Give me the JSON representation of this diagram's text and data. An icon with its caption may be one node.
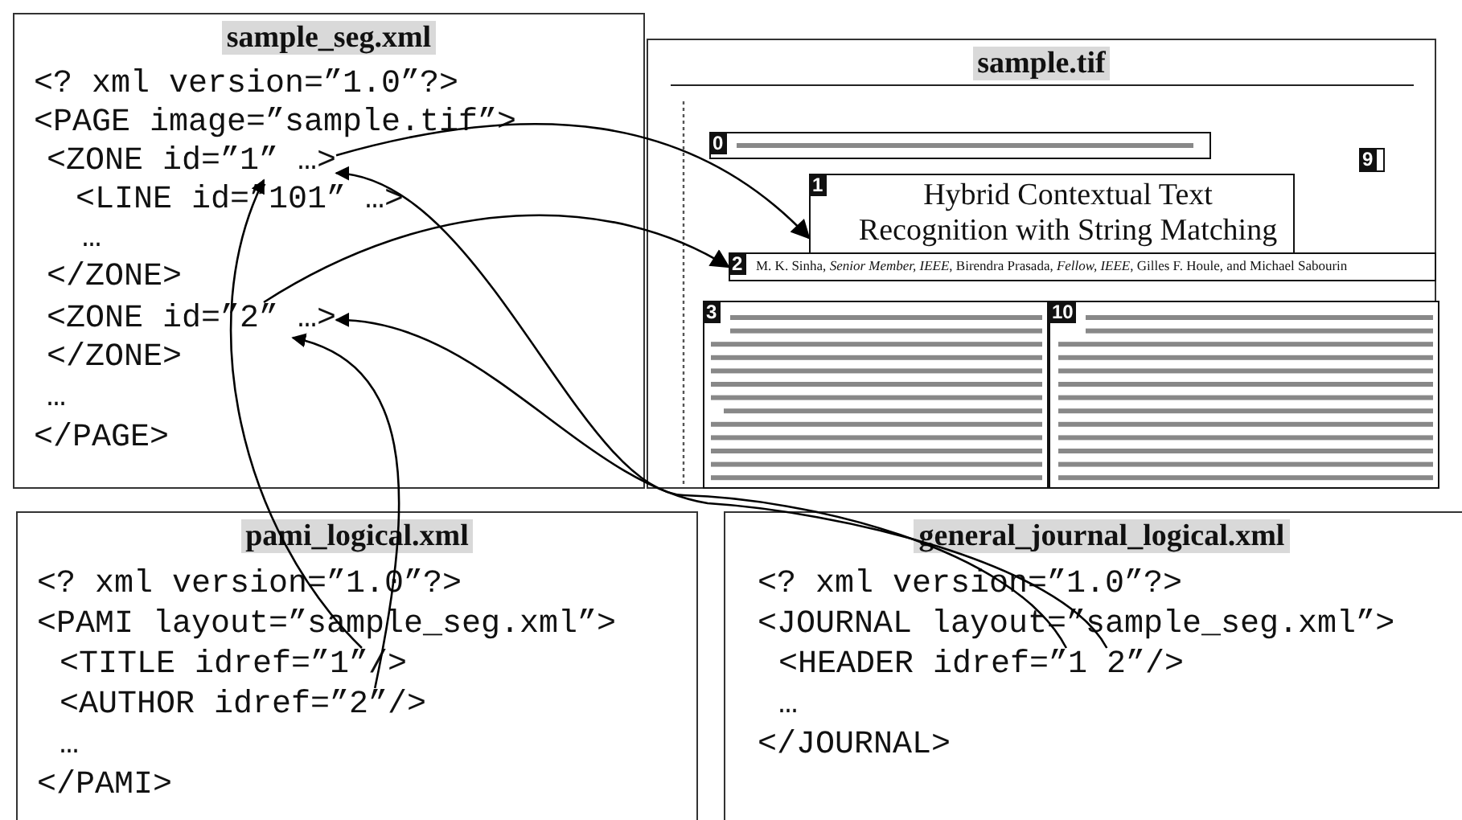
{
  "diagram": {
    "nodes": [
      {
        "text": [
          "sample_seg.xml"
        ]
      },
      {
        "text": [
          "<? xml version=”1.0”?>"
        ],
        "in": 0
      },
      {
        "text": [
          "<PAGE image=”sample.tif”>"
        ],
        "in": 0
      },
      {
        "text": [
          "<ZONE id=”1” …>"
        ],
        "in": 0
      },
      {
        "text": [
          "<LINE id=”101” …>"
        ],
        "in": 0
      },
      {
        "text": [
          "…"
        ],
        "in": 0
      },
      {
        "text": [
          "</ZONE>"
        ],
        "in": 0
      },
      {
        "text": [
          "<ZONE id=”2” …>"
        ],
        "in": 0
      },
      {
        "text": [
          "</ZONE>"
        ],
        "in": 0
      },
      {
        "text": [
          "…"
        ],
        "in": 0
      },
      {
        "text": [
          "</PAGE>"
        ],
        "in": 0
      },
      {
        "text": [
          "sample.tif"
        ]
      },
      {
        "text": [
          "0"
        ],
        "in": 11
      },
      {
        "text": [
          "9"
        ],
        "in": 11
      },
      {
        "text": [
          "1",
          "Hybrid Contextual Text Recognition with String Matching"
        ],
        "in": 11
      },
      {
        "text": [
          "2",
          "M. K. Sinha, *Senior Member, IEEE*, Birendra Prasada, *Fellow, IEEE*, Gilles F. Houle, and Michael Sabourin"
        ],
        "in": 11
      },
      {
        "text": [
          "3"
        ],
        "in": 11
      },
      {
        "text": [
          "10"
        ],
        "in": 11
      },
      {
        "text": [
          "pami_logical.xml"
        ]
      },
      {
        "text": [
          "<? xml version=”1.0”?>"
        ],
        "in": 18
      },
      {
        "text": [
          "<PAMI layout=”sample_seg.xml”>"
        ],
        "in": 18
      },
      {
        "text": [
          "<TITLE idref=”1”/>"
        ],
        "in": 18
      },
      {
        "text": [
          "<AUTHOR idref=”2”/>"
        ],
        "in": 18
      },
      {
        "text": [
          "…"
        ],
        "in": 18
      },
      {
        "text": [
          "</PAMI>"
        ],
        "in": 18
      },
      {
        "text": [
          "general_journal_logical.xml"
        ]
      },
      {
        "text": [
          "<? xml version=”1.0”?>"
        ],
        "in": 25
      },
      {
        "text": [
          "<JOURNAL layout=”sample_seg.xml”>"
        ],
        "in": 25
      },
      {
        "text": [
          "<HEADER idref=”1 2”/>"
        ],
        "in": 25
      },
      {
        "text": [
          "…"
        ],
        "in": 25
      },
      {
        "text": [
          "</JOURNAL>"
        ],
        "in": 25
      }
    ],
    "edges": [
      {
        "from": 3,
        "to": 14,
        "arrow": "to"
      },
      {
        "from": 7,
        "to": 15,
        "arrow": "to"
      },
      {
        "from": 21,
        "to": 3,
        "arrow": "to"
      },
      {
        "from": 22,
        "to": 7,
        "arrow": "to"
      },
      {
        "from": 28,
        "to": 3,
        "arrow": "to"
      },
      {
        "from": 28,
        "to": 7,
        "arrow": "to"
      }
    ]
  }
}
